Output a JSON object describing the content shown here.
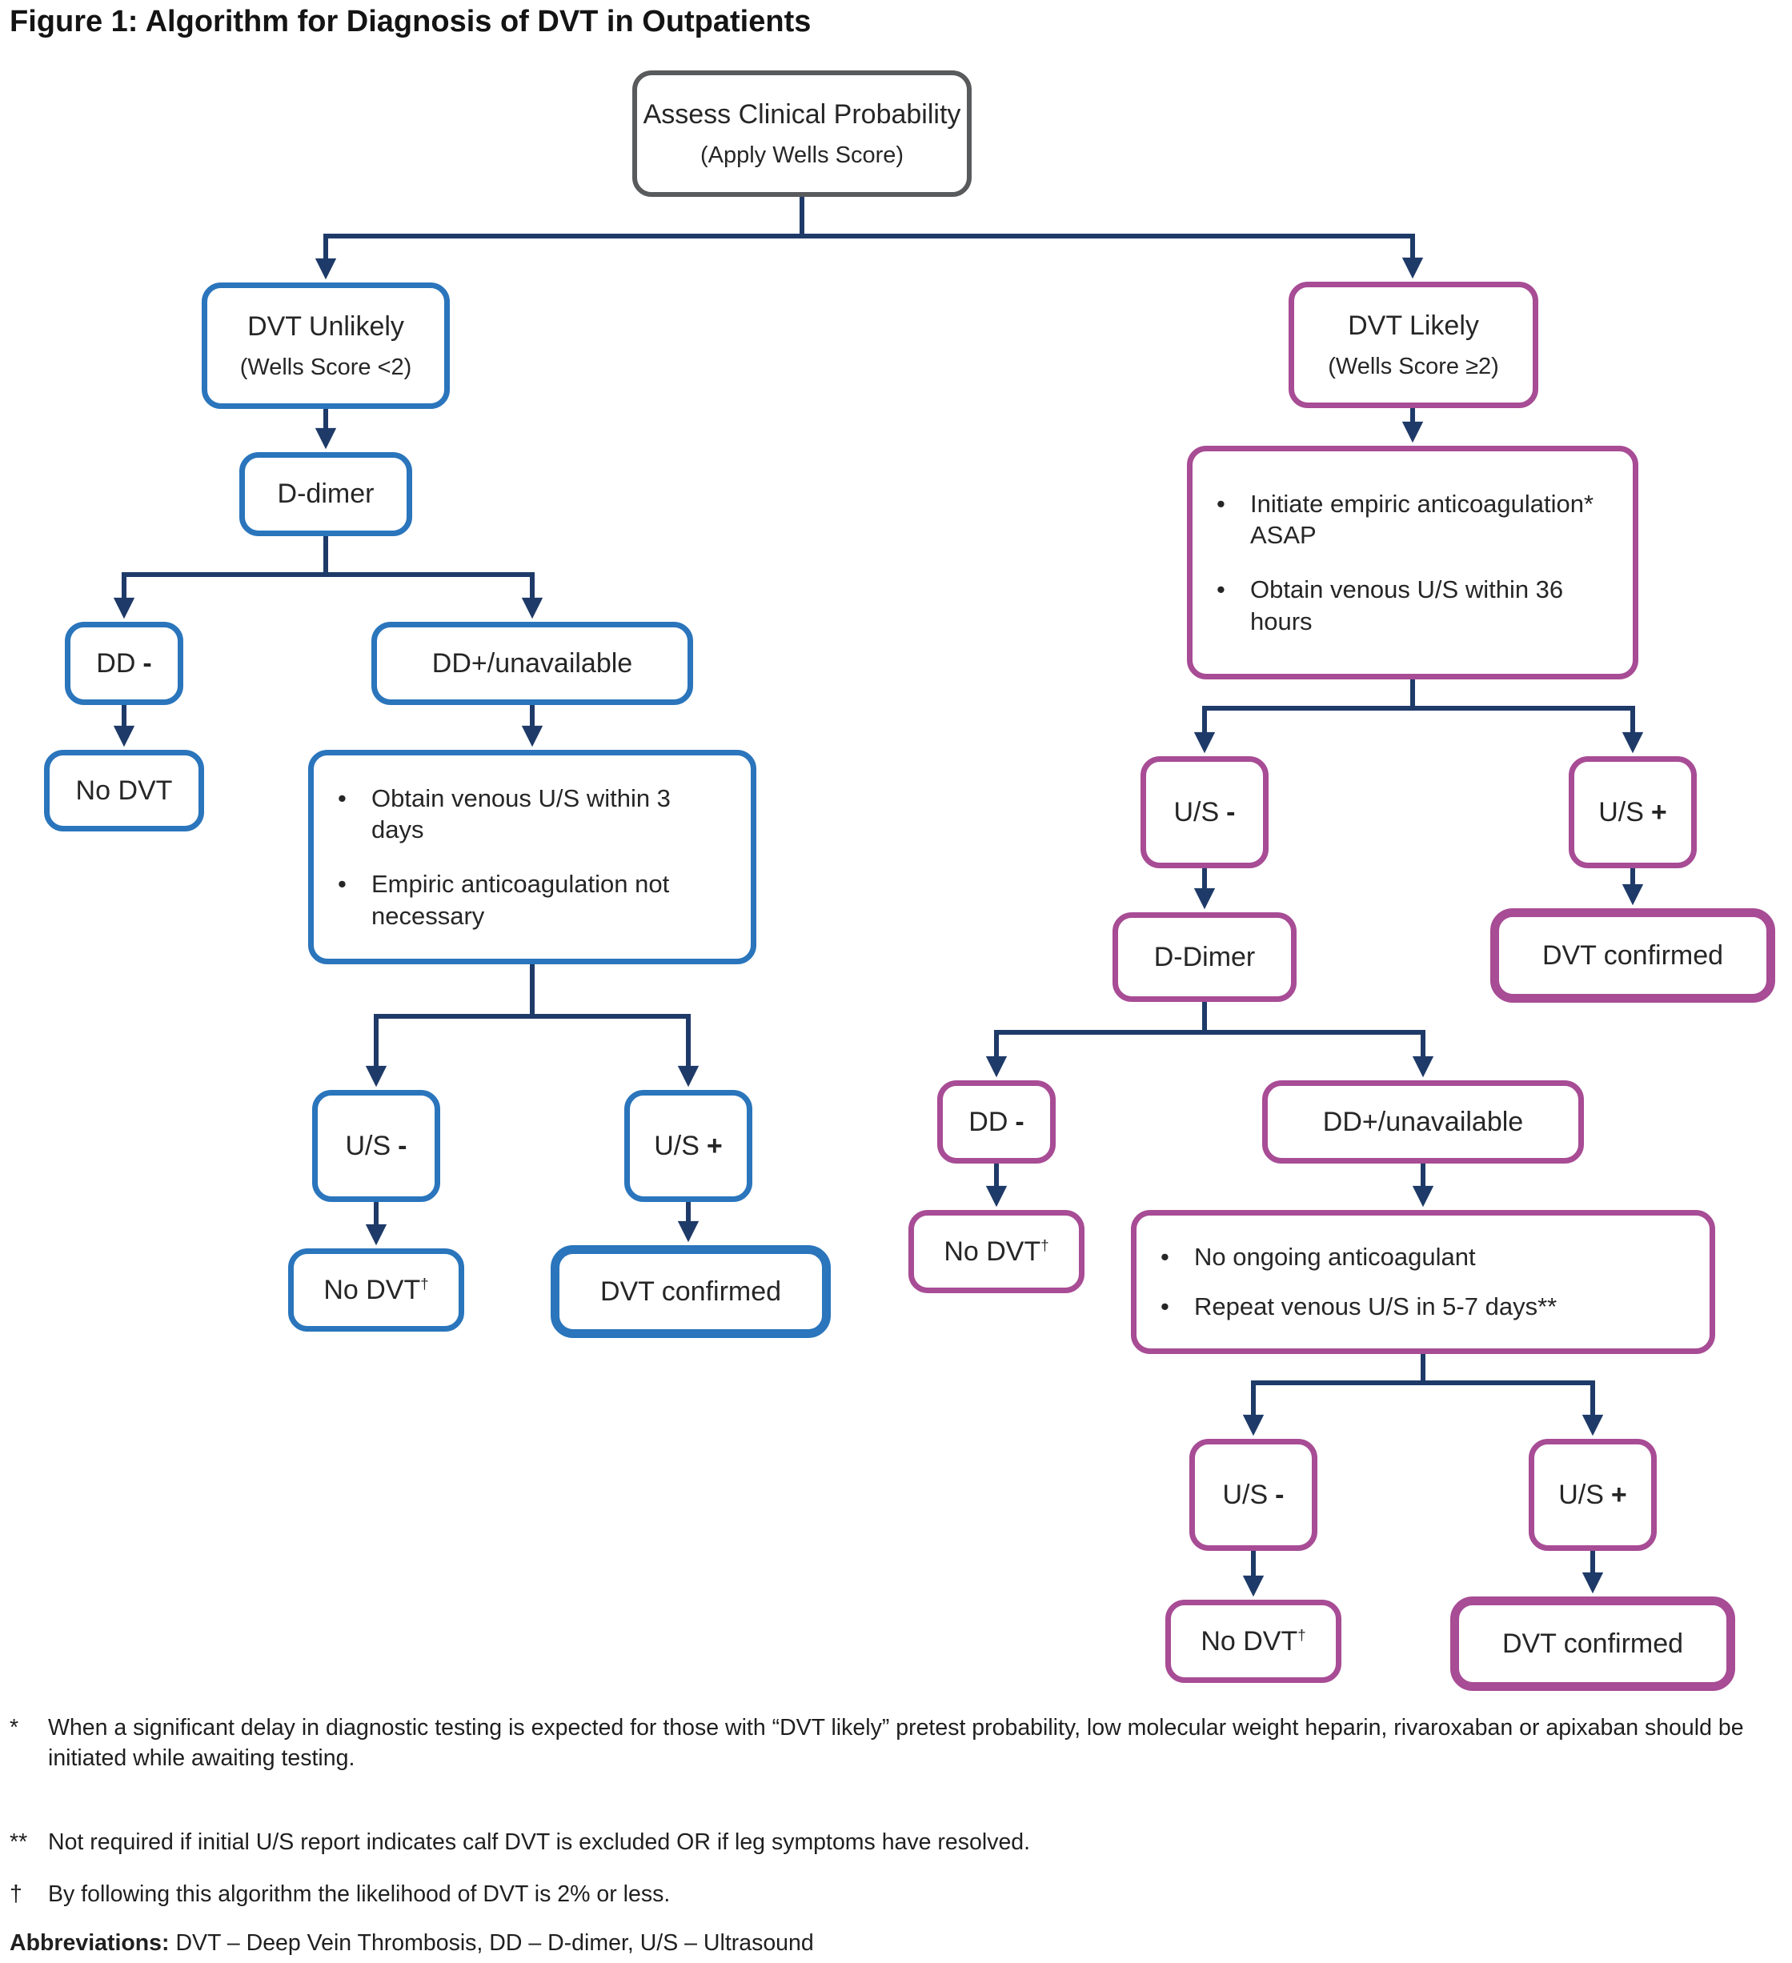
{
  "figure_title": "Figure 1: Algorithm for Diagnosis of DVT in Outpatients",
  "colors": {
    "connector_navy": "#1E3A68",
    "blue_branch": "#2A75BC",
    "magenta_branch": "#A74C95",
    "root_gray": "#595A5C"
  },
  "nodes": {
    "root": {
      "line1": "Assess Clinical Probability",
      "line2": "(Apply Wells Score)"
    },
    "dvt_unlikely": {
      "line1": "DVT Unlikely",
      "line2": "(Wells Score <2)"
    },
    "dvt_likely": {
      "line1": "DVT Likely",
      "line2": "(Wells Score ≥2)"
    },
    "d_dimer_left": {
      "label": "D-dimer"
    },
    "dd_neg_left": {
      "label": "DD",
      "sign": "-"
    },
    "dd_pos_left": {
      "label": "DD+/unavailable"
    },
    "no_dvt_left": {
      "label": "No DVT"
    },
    "bullet_left": {
      "items": [
        "Obtain venous U/S within 3 days",
        "Empiric anticoagulation not necessary"
      ]
    },
    "us_neg_left": {
      "label": "U/S",
      "sign": "-"
    },
    "us_pos_left": {
      "label": "U/S",
      "sign": "+"
    },
    "no_dvt_left2": {
      "label": "No DVT",
      "sup": "†"
    },
    "dvt_confirmed_left": {
      "label": "DVT confirmed"
    },
    "bullet_right1": {
      "items": [
        "Initiate empiric anticoagulation* ASAP",
        "Obtain venous U/S within 36 hours"
      ]
    },
    "us_neg_right1": {
      "label": "U/S",
      "sign": "-"
    },
    "us_pos_right1": {
      "label": "U/S",
      "sign": "+"
    },
    "d_dimer_right": {
      "label": "D-Dimer"
    },
    "dvt_confirmed_right1": {
      "label": "DVT confirmed"
    },
    "dd_neg_right": {
      "label": "DD",
      "sign": "-"
    },
    "dd_pos_right": {
      "label": "DD+/unavailable"
    },
    "no_dvt_right1": {
      "label": "No DVT",
      "sup": "†"
    },
    "bullet_right2": {
      "items": [
        "No ongoing anticoagulant",
        "Repeat venous U/S in 5-7 days**"
      ]
    },
    "us_neg_right2": {
      "label": "U/S",
      "sign": "-"
    },
    "us_pos_right2": {
      "label": "U/S",
      "sign": "+"
    },
    "no_dvt_right2": {
      "label": "No DVT",
      "sup": "†"
    },
    "dvt_confirmed_right2": {
      "label": "DVT confirmed"
    }
  },
  "footnotes": [
    {
      "marker": "*",
      "text": "When a significant delay in diagnostic testing is expected for those with “DVT likely” pretest probability, low molecular weight heparin, rivaroxaban or apixaban should be initiated while awaiting testing."
    },
    {
      "marker": "**",
      "text": "Not required if initial U/S report indicates calf DVT is excluded OR if leg symptoms have resolved."
    },
    {
      "marker": "†",
      "text": "By following this algorithm the likelihood of DVT is 2% or less."
    }
  ],
  "abbreviations": {
    "label": "Abbreviations:",
    "text": " DVT – Deep Vein Thrombosis, DD – D-dimer, U/S – Ultrasound"
  }
}
